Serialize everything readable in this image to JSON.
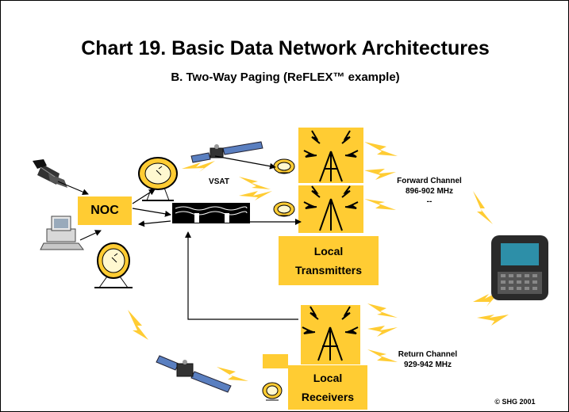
{
  "title": "Chart 19. Basic Data Network Architectures",
  "subtitle": "B. Two-Way Paging (ReFLEX™ example)",
  "labels": {
    "noc": "NOC",
    "vsat": "VSAT",
    "local_transmitters_line1": "Local",
    "local_transmitters_line2": "Transmitters",
    "local_receivers_line1": "Local",
    "local_receivers_line2": "Receivers",
    "forward_channel": "Forward Channel",
    "forward_freq": "896-902 MHz",
    "forward_dash": "--",
    "return_channel": "Return Channel",
    "return_freq": "929-942 MHz",
    "copyright": "© SHG 2001"
  },
  "colors": {
    "box": "#ffcc33",
    "lightning": "#ffcc33",
    "satellite_panel": "#5a7fc0",
    "pager_screen": "#2d8fa8"
  },
  "icons": [
    "telephone-icon",
    "computer-icon",
    "satellite-dish-icon",
    "satellite-icon",
    "radio-tower-icon",
    "pager-icon",
    "network-switch-icon",
    "lightning-bolt-icon"
  ]
}
